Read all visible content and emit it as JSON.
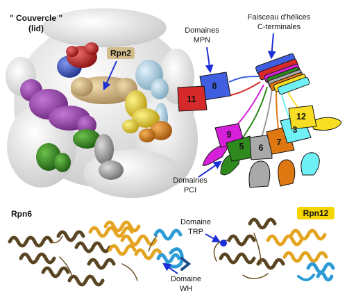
{
  "em_map": {
    "title_line1": "\" Couvercle \"",
    "title_line2": "(lid)",
    "tag": "Rpn2"
  },
  "schematic": {
    "helix_bundle_line1": "Faisceau d’hélices",
    "helix_bundle_line2": "C-terminales",
    "mpn_label_line1": "Domaines",
    "mpn_label_line2": "MPN",
    "pci_label_line1": "Domaines",
    "pci_label_line2": "PCI",
    "subunits": {
      "u8": "8",
      "u11": "11",
      "u9": "9",
      "u5": "5",
      "u6": "6",
      "u7": "7",
      "u3": "3",
      "u12": "12"
    }
  },
  "structures": {
    "left_tag": "Rpn6",
    "right_tag": "Rpn12",
    "wh_line1": "Domaine",
    "wh_line2": "WH",
    "trp_line1": "Domaine",
    "trp_line2": "TRP"
  },
  "colors": {
    "rpn8": "#3f5fe0",
    "rpn11": "#d62a2a",
    "rpn9": "#d51fd8",
    "rpn5": "#2f8a1e",
    "rpn6": "#a9a9a9",
    "rpn7": "#e07812",
    "rpn3": "#6ff0f4",
    "rpn12": "#f7de22",
    "rpn2_tag": "#d3bd8c",
    "rpn12_tag": "#f5d600",
    "gold_ribbon": "#e3a521",
    "dark_ribbon": "#5a4522",
    "wh_blue": "#2c9bd6"
  }
}
